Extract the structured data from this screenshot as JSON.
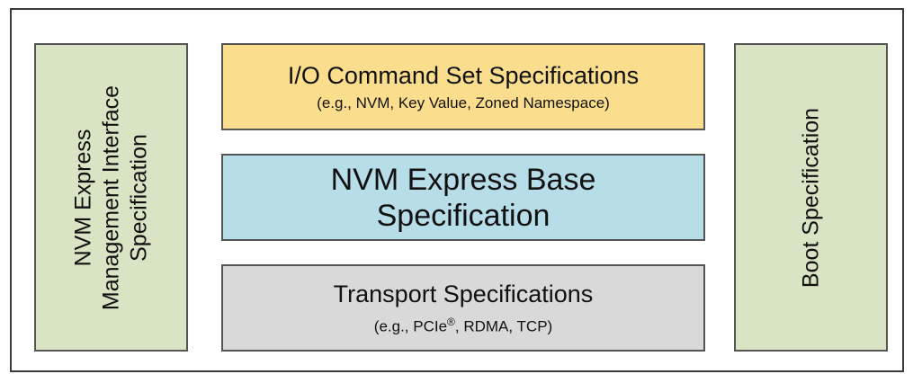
{
  "left_box": {
    "lines": [
      "NVM Express",
      "Management Interface",
      "Specification"
    ]
  },
  "right_box": {
    "label": "Boot Specification"
  },
  "command_set": {
    "title": "I/O Command Set Specifications",
    "subtitle": "(e.g., NVM, Key Value, Zoned Namespace)"
  },
  "base": {
    "lines": [
      "NVM Express Base",
      "Specification"
    ]
  },
  "transport": {
    "title": "Transport Specifications",
    "subtitle_pre": "(e.g., PCIe",
    "subtitle_sup": "®",
    "subtitle_post": ", RDMA, TCP)"
  },
  "colors": {
    "side": "#d9e4c5",
    "command_set": "#fbdd8e",
    "base": "#b7dde8",
    "transport": "#d9d9d9"
  }
}
